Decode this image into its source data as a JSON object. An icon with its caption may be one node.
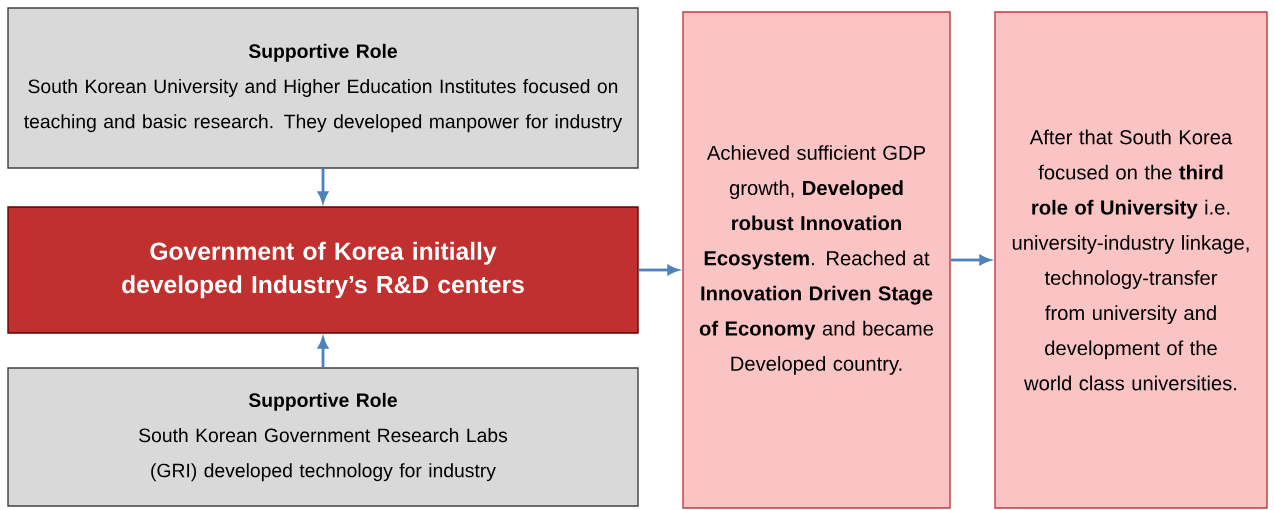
{
  "diagram": {
    "nodes": [
      {
        "text": [
          "Supportive Role",
          "South Korean University and Higher Education Institutes focused on teaching and basic research. They developed manpower for industry"
        ]
      },
      {
        "text": [
          "Government of Korea initially developed Industry’s R&D centers"
        ]
      },
      {
        "text": [
          "Supportive Role",
          "South Korean Government Research Labs (GRI) developed technology for industry"
        ]
      },
      {
        "text": [
          "Achieved sufficient GDP growth, **Developed robust Innovation Ecosystem**. Reached at **Innovation Driven Stage of Economy** and became Developed country."
        ]
      },
      {
        "text": [
          "After that South Korea focused on the **third role of University** i.e. university-industry linkage, technology-transfer from university and development of the world class universities."
        ]
      }
    ],
    "edges": [
      {
        "from": 0,
        "to": 1,
        "arrow": "to"
      },
      {
        "from": 2,
        "to": 1,
        "arrow": "to"
      },
      {
        "from": 1,
        "to": 3,
        "arrow": "to"
      },
      {
        "from": 3,
        "to": 4,
        "arrow": "to"
      }
    ]
  }
}
